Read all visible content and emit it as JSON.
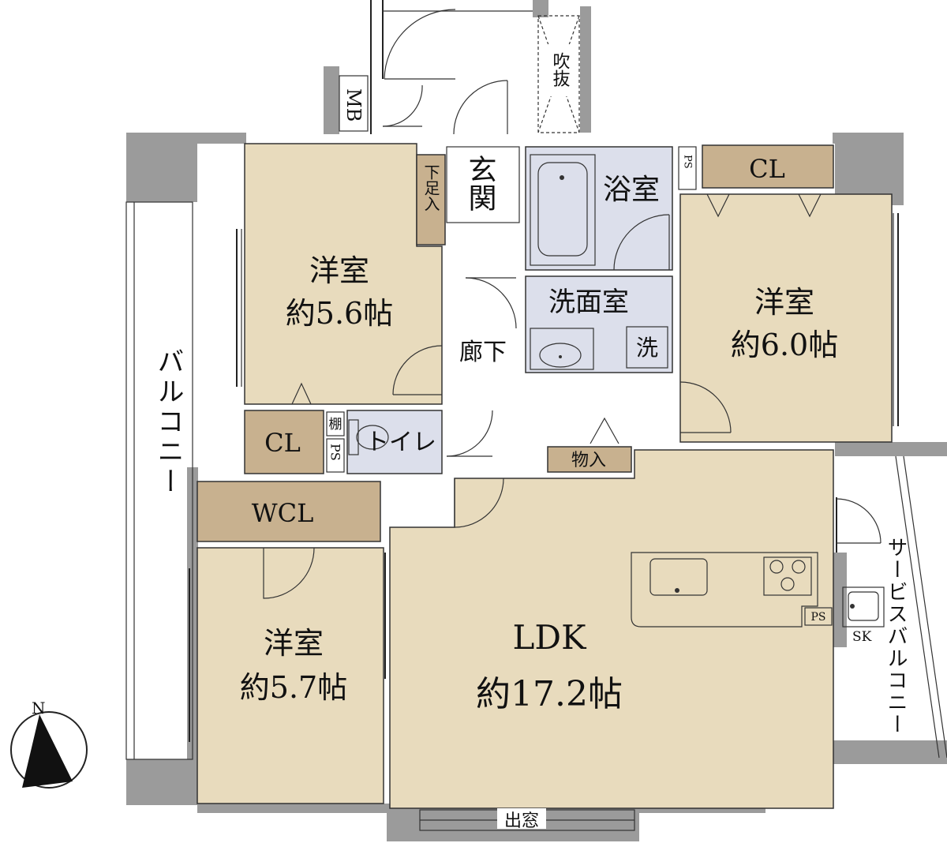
{
  "colors": {
    "room_fill": "#e8dbbd",
    "storage_fill": "#c8b18f",
    "wet_area_fill": "#dcdfeb",
    "wall_fill": "#9b9b9b",
    "white": "#ffffff"
  },
  "rooms": {
    "western_1": {
      "name": "洋室",
      "size": "約5.6帖"
    },
    "western_2": {
      "name": "洋室",
      "size": "約6.0帖"
    },
    "western_3": {
      "name": "洋室",
      "size": "約5.7帖"
    },
    "ldk": {
      "name": "LDK",
      "size": "約17.2帖"
    }
  },
  "labels": {
    "balcony": "バルコニー",
    "service_balcony": "サービスバルコニー",
    "entrance": "玄関",
    "shoe_box": "下足入",
    "bathroom": "浴室",
    "washroom": "洗面室",
    "washer": "洗",
    "corridor": "廊下",
    "toilet": "トイレ",
    "shelf": "棚",
    "ps": "PS",
    "ps_small": "PS",
    "closet_1": "CL",
    "closet_2": "CL",
    "wcl": "WCL",
    "storage": "物入",
    "bay_window": "出窓",
    "mb": "MB",
    "void": "吹抜",
    "sk": "SK",
    "north": "N"
  },
  "icons": [
    "compass-icon",
    "bathtub-icon",
    "sink-icon",
    "stove-icon",
    "toilet-icon"
  ]
}
